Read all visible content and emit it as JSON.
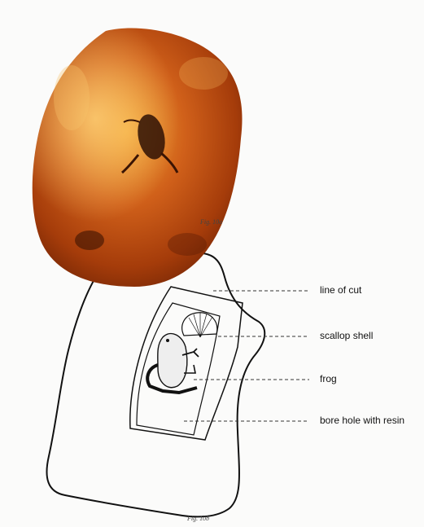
{
  "figure_a": {
    "caption": "Fig. 10a"
  },
  "figure_b": {
    "caption": "Fig. 10b",
    "labels": {
      "line_of_cut": "line of cut",
      "scallop_shell": "scallop shell",
      "frog": "frog",
      "bore_hole": "bore hole with resin"
    }
  },
  "colors": {
    "amber_dark": "#7a2a05",
    "amber_mid": "#c0500f",
    "amber_light": "#e8902a",
    "ink": "#111111"
  }
}
